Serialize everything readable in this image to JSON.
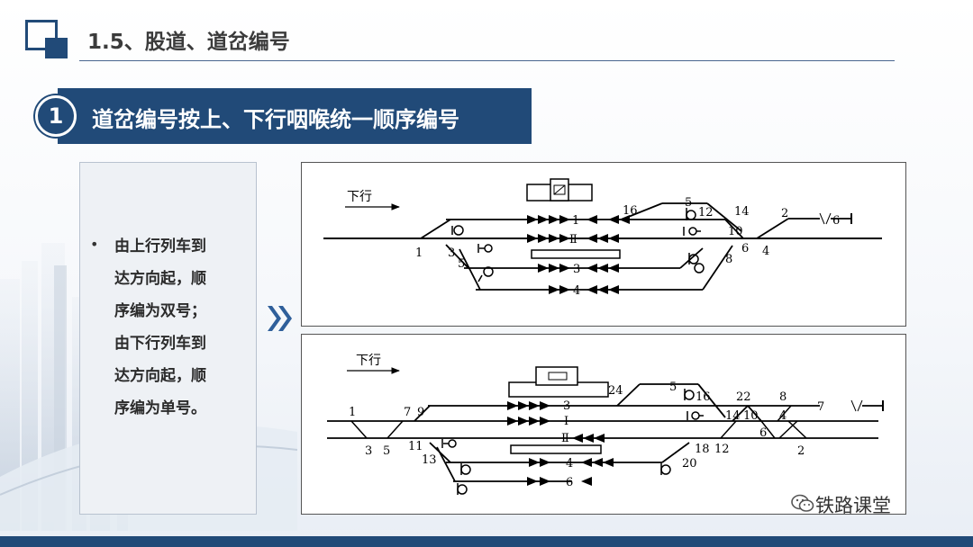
{
  "header": {
    "title": "1.5、股道、道岔编号"
  },
  "banner": {
    "number": "1",
    "text": "道岔编号按上、下行咽喉统一顺序编号"
  },
  "sidebar": {
    "bullet": "•",
    "lines": [
      "由上行列车到",
      "达方向起，顺",
      "序编为双号；",
      "由下行列车到",
      "达方向起，顺",
      "序编为单号。"
    ]
  },
  "watermark": {
    "text": "铁路课堂"
  },
  "diagram1": {
    "direction": "下行",
    "tracks": [
      "1",
      "Ⅱ",
      "3",
      "4"
    ],
    "switches": [
      "1",
      "3",
      "5",
      "16",
      "5",
      "12",
      "14",
      "2",
      "10",
      "6",
      "8",
      "4",
      "6"
    ]
  },
  "diagram2": {
    "direction": "下行",
    "tracks": [
      "3",
      "Ⅰ",
      "Ⅱ",
      "4",
      "6"
    ],
    "switches": [
      "1",
      "3",
      "5",
      "7",
      "9",
      "11",
      "13",
      "24",
      "5",
      "16",
      "22",
      "8",
      "7",
      "14",
      "10",
      "4",
      "6",
      "2",
      "18",
      "12",
      "20"
    ]
  }
}
